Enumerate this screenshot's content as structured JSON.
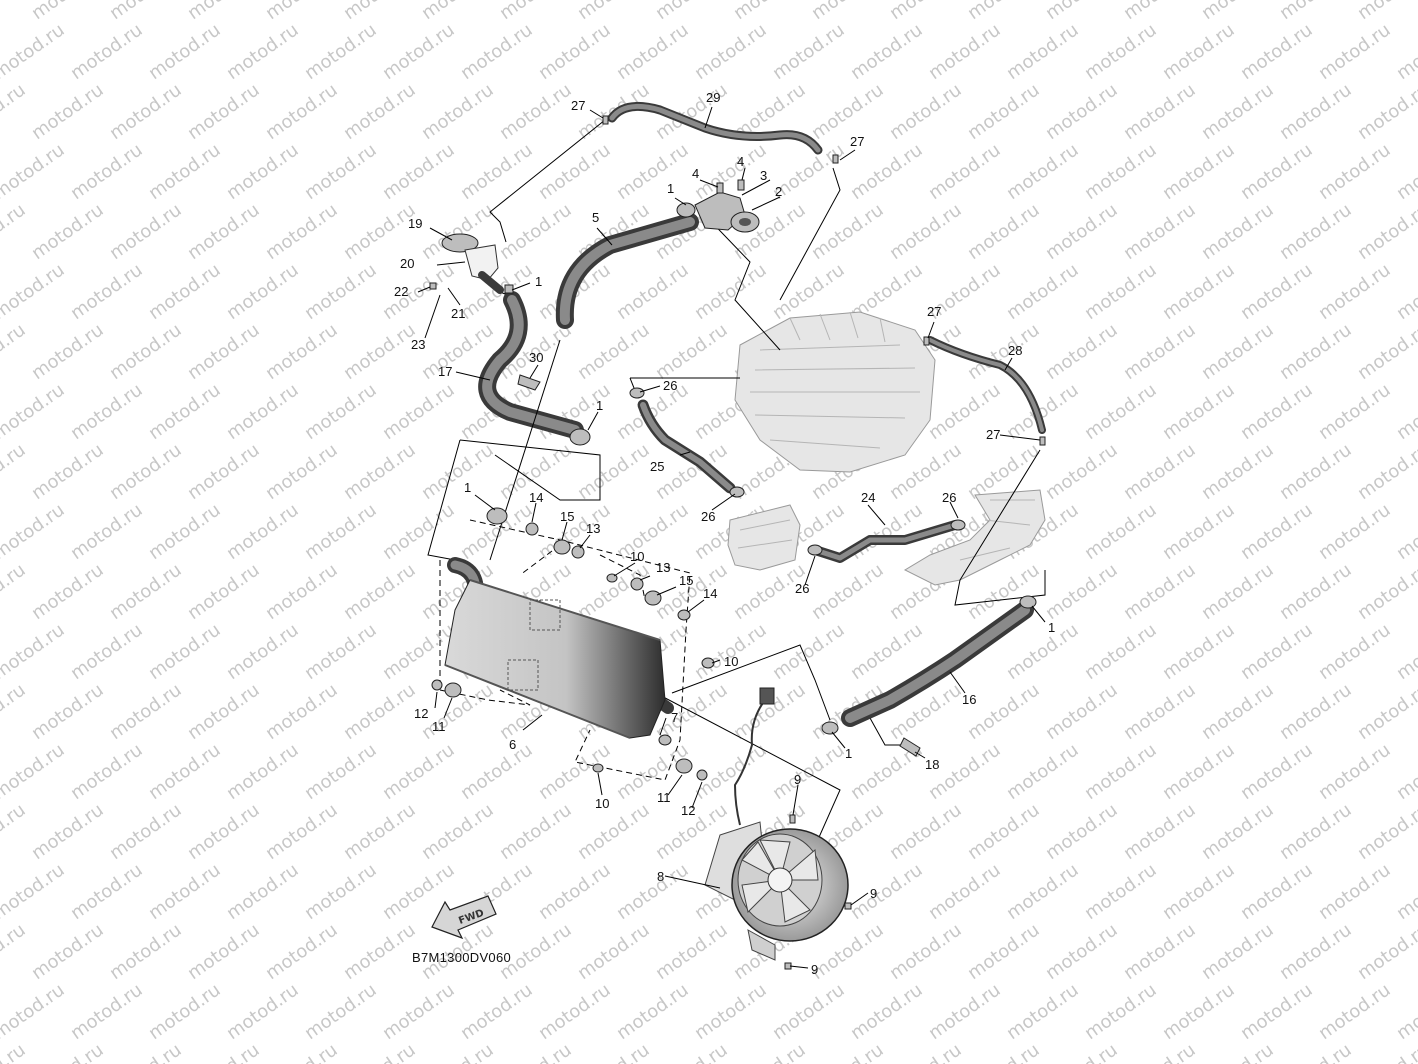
{
  "watermark": {
    "text": "motod.ru"
  },
  "fwd_label": "FWD",
  "diagram_code": "B7M1300DV060",
  "colors": {
    "hose": "#3a3a3a",
    "ghost": "#e6e6e6",
    "watermark": "#c7c7c7"
  },
  "callouts": {
    "c1a": "1",
    "c1b": "1",
    "c1c": "1",
    "c1d": "1",
    "c1e": "1",
    "c1f": "1",
    "c2": "2",
    "c3": "3",
    "c4a": "4",
    "c4b": "4",
    "c5": "5",
    "c6": "6",
    "c7": "7",
    "c8": "8",
    "c9a": "9",
    "c9b": "9",
    "c9c": "9",
    "c10a": "10",
    "c10b": "10",
    "c10c": "10",
    "c11a": "11",
    "c11b": "11",
    "c12a": "12",
    "c12b": "12",
    "c13a": "13",
    "c13b": "13",
    "c14a": "14",
    "c14b": "14",
    "c15a": "15",
    "c15b": "15",
    "c16": "16",
    "c17": "17",
    "c18": "18",
    "c19": "19",
    "c20": "20",
    "c21": "21",
    "c22": "22",
    "c23": "23",
    "c24": "24",
    "c25": "25",
    "c26a": "26",
    "c26b": "26",
    "c26c": "26",
    "c26d": "26",
    "c27a": "27",
    "c27b": "27",
    "c27c": "27",
    "c27d": "27",
    "c28": "28",
    "c29": "29",
    "c30": "30"
  }
}
